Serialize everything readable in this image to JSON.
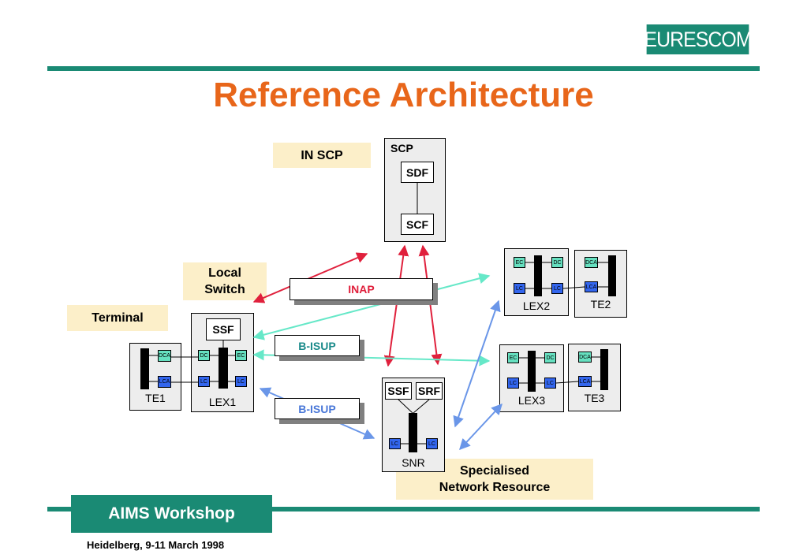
{
  "logo": "EURESCOM",
  "title": "Reference Architecture",
  "labels": {
    "in_scp": "IN SCP",
    "local_switch": "Local\nSwitch",
    "terminal": "Terminal",
    "specialised": "Specialised\nNetwork Resource"
  },
  "scp": {
    "name": "SCP",
    "sdf": "SDF",
    "scf": "SCF"
  },
  "protocols": {
    "inap": "INAP",
    "bisup1": "B-ISUP",
    "bisup2": "B-ISUP"
  },
  "lex1": {
    "name": "LEX1",
    "ssf": "SSF",
    "dc": "DC",
    "ec": "EC",
    "lc1": "LC",
    "lc2": "LC"
  },
  "te1": {
    "name": "TE1",
    "dca": "DCA",
    "lca": "LCA"
  },
  "snr": {
    "name": "SNR",
    "ssf": "SSF",
    "srf": "SRF",
    "lc1": "LC",
    "lc2": "LC"
  },
  "lex2": {
    "name": "LEX2",
    "ec": "EC",
    "dc": "DC",
    "lc1": "LC",
    "lc2": "LC"
  },
  "te2": {
    "name": "TE2",
    "dca": "DCA",
    "lca": "LCA"
  },
  "lex3": {
    "name": "LEX3",
    "ec": "EC",
    "dc": "DC",
    "lc1": "LC",
    "lc2": "LC"
  },
  "te3": {
    "name": "TE3",
    "dca": "DCA",
    "lca": "LCA"
  },
  "footer": {
    "workshop": "AIMS Workshop",
    "venue": "Heidelberg, 9-11 March 1998"
  },
  "colors": {
    "accent": "#1a8a74",
    "title": "#e8661a",
    "inap": "#e0203c",
    "bisup_teal": "#1a8a8a",
    "bisup_blue": "#4a78d8",
    "arrow_cyan": "#66e8c8",
    "arrow_blue": "#6a96e8"
  }
}
